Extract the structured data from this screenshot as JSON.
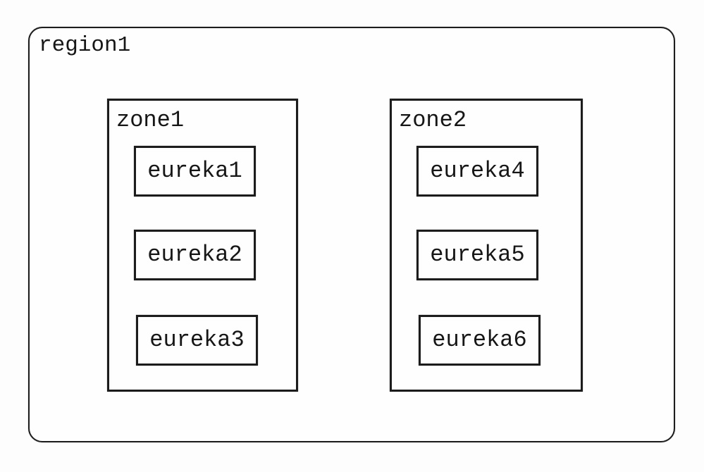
{
  "diagram": {
    "region": {
      "label": "region1",
      "zones": [
        {
          "label": "zone1",
          "nodes": [
            {
              "label": "eureka1"
            },
            {
              "label": "eureka2"
            },
            {
              "label": "eureka3"
            }
          ]
        },
        {
          "label": "zone2",
          "nodes": [
            {
              "label": "eureka4"
            },
            {
              "label": "eureka5"
            },
            {
              "label": "eureka6"
            }
          ]
        }
      ]
    },
    "colors": {
      "line": "#1c1c1c",
      "text": "#161616",
      "background": "#fdfdfd"
    }
  }
}
